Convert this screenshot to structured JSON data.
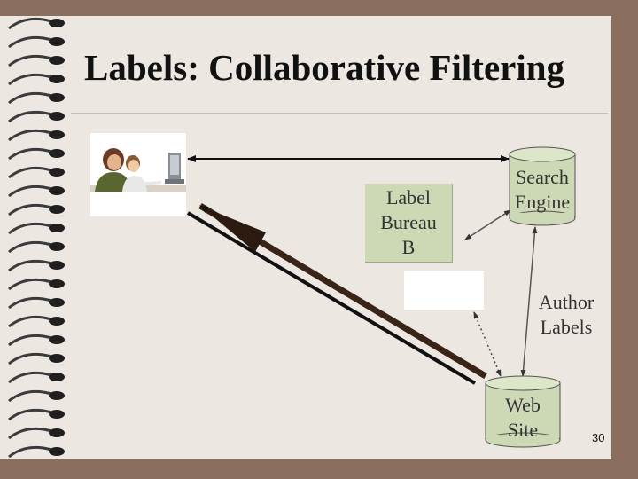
{
  "slide": {
    "title": "Labels: Collaborative Filtering",
    "page_number": "30"
  },
  "diagram": {
    "nodes": {
      "label_bureau": "Label\nBureau\nB",
      "search_engine": "Search\nEngine",
      "author_labels": "Author\nLabels",
      "web_site": "Web\nSite"
    }
  },
  "colors": {
    "node_fill": "#cdd8b4",
    "frame": "#8b6f5e",
    "background": "#ece7e1"
  },
  "icons": [
    "spiral-binding-icon",
    "people-at-computer-icon"
  ]
}
